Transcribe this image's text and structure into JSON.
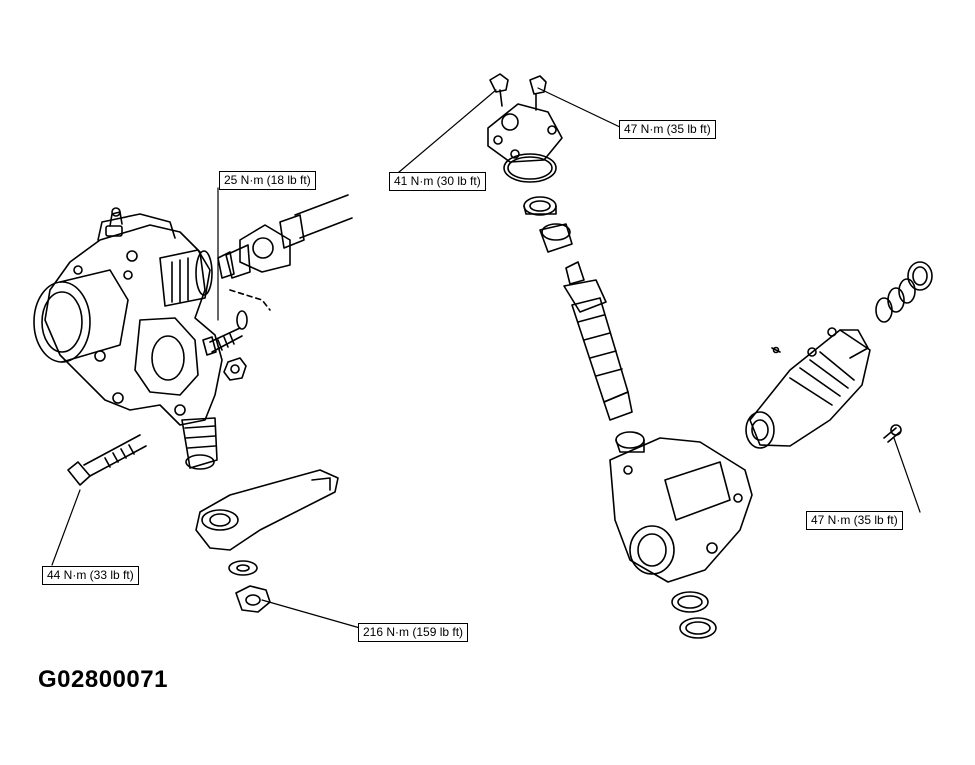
{
  "torque_callouts": {
    "pitman_pinch_bolt": "25 N·m (18 lb ft)",
    "gear_mount_bolt": "44 N·m (33 lb ft)",
    "pitman_arm_nut": "216 N·m (159 lb ft)",
    "top_cover_nut": "41 N·m (30 lb ft)",
    "top_cover_bolt": "47 N·m (35 lb ft)",
    "valve_housing_bolt": "47 N·m (35 lb ft)"
  },
  "figure_id": "G02800071"
}
